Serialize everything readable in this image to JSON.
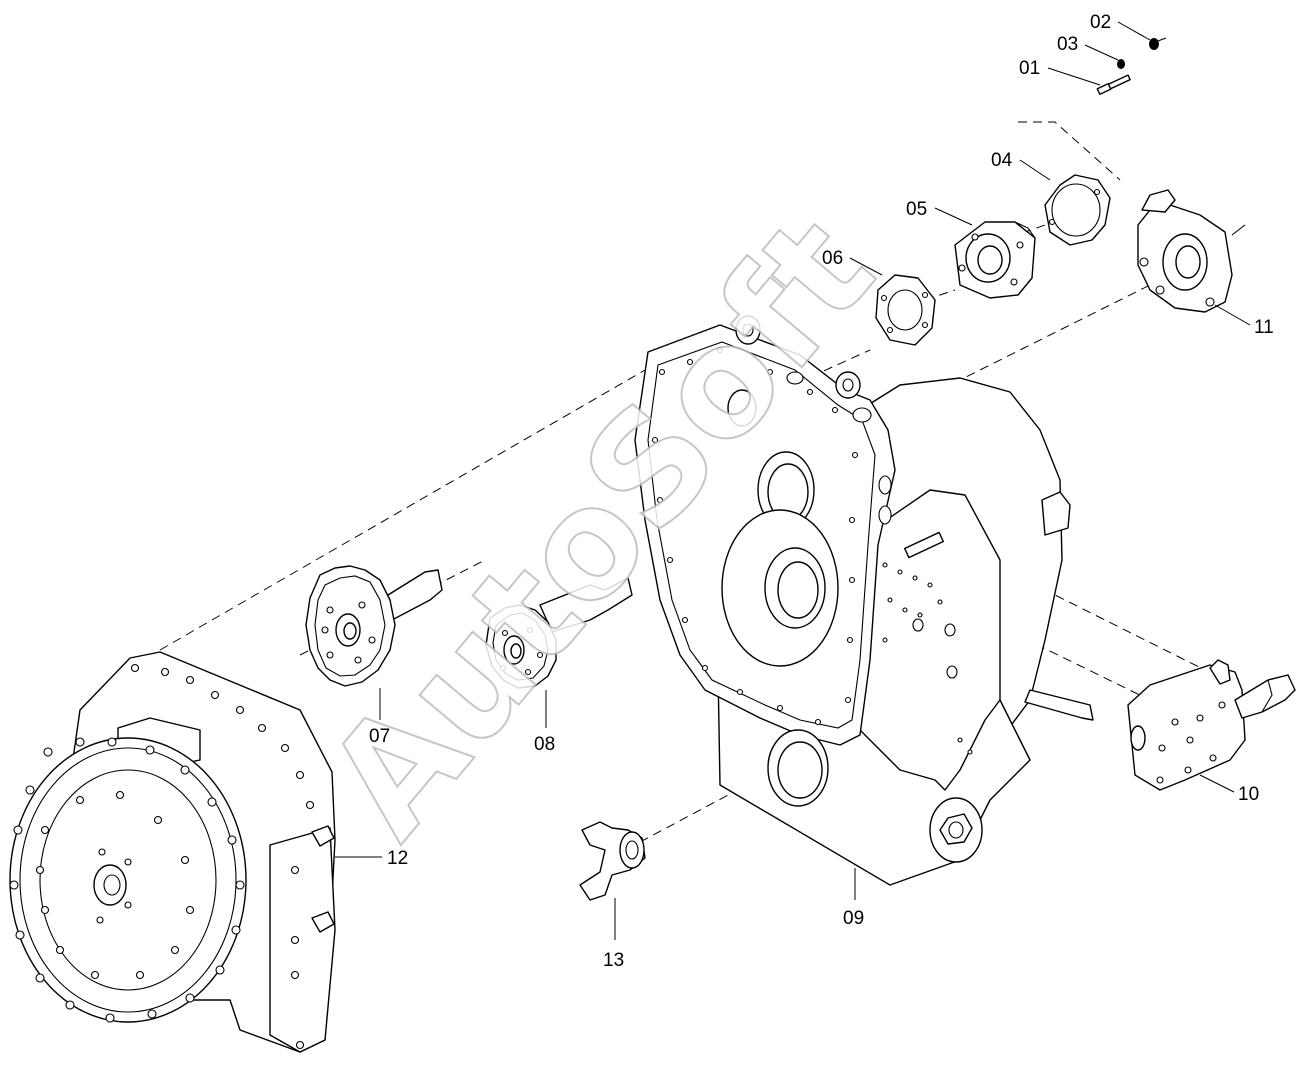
{
  "watermark": "AutoSoft",
  "callouts": {
    "c01": "01",
    "c02": "02",
    "c03": "03",
    "c04": "04",
    "c05": "05",
    "c06": "06",
    "c07": "07",
    "c08": "08",
    "c09": "09",
    "c10": "10",
    "c11": "11",
    "c12": "12",
    "c13": "13"
  },
  "colors": {
    "line": "#000000",
    "background": "#ffffff",
    "watermark": "#bdbdbd"
  }
}
